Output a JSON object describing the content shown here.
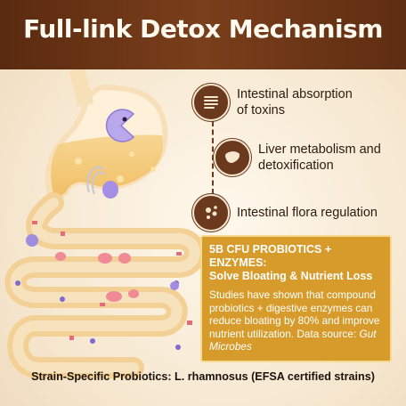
{
  "header": {
    "title": "Full-link Detox Mechanism"
  },
  "features": [
    {
      "icon": "intestine-icon",
      "line1": "Intestinal absorption",
      "line2": "of toxins"
    },
    {
      "icon": "liver-icon",
      "line1": "Liver metabolism and",
      "line2": "detoxification"
    },
    {
      "icon": "bacteria-icon",
      "line1": "Intestinal flora regulation"
    }
  ],
  "card": {
    "title_line1": "5B CFU PROBIOTICS + ENZYMES:",
    "title_line2": "Solve Bloating & Nutrient Loss",
    "body_text": "Studies have shown that compound probiotics + digestive enzymes can reduce bloating by 80% and improve nutrient utilization. Data source: ",
    "source": "Gut Microbes"
  },
  "footer": {
    "text": "Strain-Specific Probiotics: L. rhamnosus (EFSA certified strains)"
  },
  "colors": {
    "header": "#6b3418",
    "accent_brown": "#6b3a1e",
    "card": "#d69b2b",
    "fluid": "#f2c46a"
  }
}
